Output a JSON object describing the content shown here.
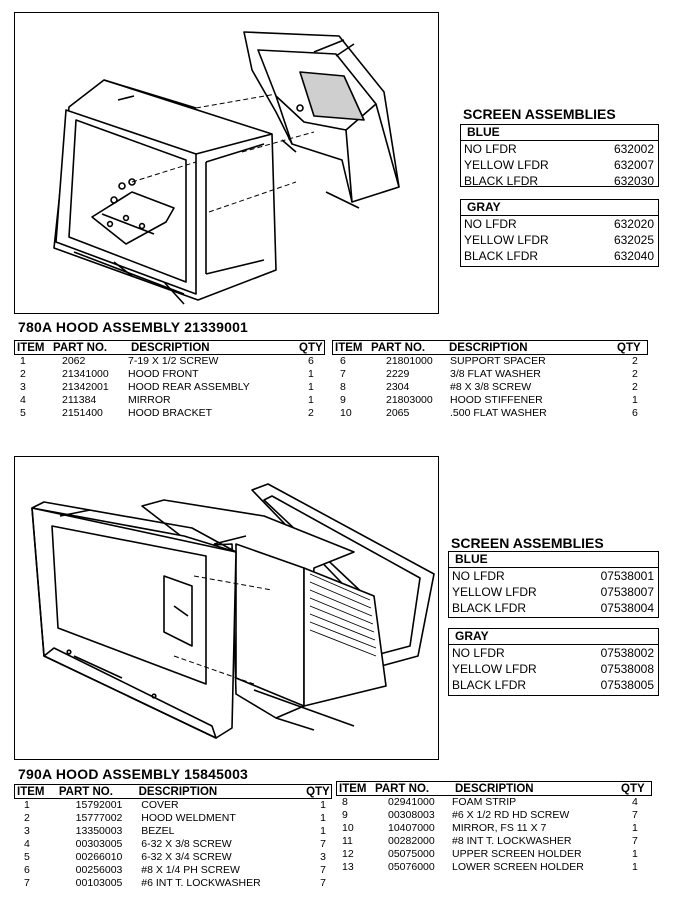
{
  "a780": {
    "title": "780A HOOD ASSEMBLY 21339001",
    "screen": {
      "title": "SCREEN ASSEMBLIES",
      "groups": [
        {
          "name": "BLUE",
          "rows": [
            {
              "label": "NO LFDR",
              "part": "632002"
            },
            {
              "label": "YELLOW LFDR",
              "part": "632007"
            },
            {
              "label": "BLACK LFDR",
              "part": "632030"
            }
          ]
        },
        {
          "name": "GRAY",
          "rows": [
            {
              "label": "NO LFDR",
              "part": "632020"
            },
            {
              "label": "YELLOW LFDR",
              "part": "632025"
            },
            {
              "label": "BLACK LFDR",
              "part": "632040"
            }
          ]
        }
      ]
    },
    "headers": {
      "item": "ITEM",
      "part": "PART NO.",
      "desc": "DESCRIPTION",
      "qty": "QTY"
    },
    "left_rows": [
      {
        "item": "1",
        "part": "2062",
        "desc": "7-19 X 1/2 SCREW",
        "qty": "6"
      },
      {
        "item": "2",
        "part": "21341000",
        "desc": "HOOD FRONT",
        "qty": "1"
      },
      {
        "item": "3",
        "part": "21342001",
        "desc": "HOOD REAR ASSEMBLY",
        "qty": "1"
      },
      {
        "item": "4",
        "part": "211384",
        "desc": "MIRROR",
        "qty": "1"
      },
      {
        "item": "5",
        "part": "2151400",
        "desc": "HOOD BRACKET",
        "qty": "2"
      }
    ],
    "right_rows": [
      {
        "item": "6",
        "part": "21801000",
        "desc": "SUPPORT SPACER",
        "qty": "2"
      },
      {
        "item": "7",
        "part": "2229",
        "desc": "3/8 FLAT WASHER",
        "qty": "2"
      },
      {
        "item": "8",
        "part": "2304",
        "desc": "#8 X 3/8 SCREW",
        "qty": "2"
      },
      {
        "item": "9",
        "part": "21803000",
        "desc": "HOOD STIFFENER",
        "qty": "1"
      },
      {
        "item": "10",
        "part": "2065",
        "desc": ".500 FLAT WASHER",
        "qty": "6"
      }
    ]
  },
  "a790": {
    "title": "790A HOOD ASSEMBLY 15845003",
    "screen": {
      "title": "SCREEN ASSEMBLIES",
      "groups": [
        {
          "name": "BLUE",
          "rows": [
            {
              "label": "NO LFDR",
              "part": "07538001"
            },
            {
              "label": "YELLOW LFDR",
              "part": "07538007"
            },
            {
              "label": "BLACK LFDR",
              "part": "07538004"
            }
          ]
        },
        {
          "name": "GRAY",
          "rows": [
            {
              "label": "NO LFDR",
              "part": "07538002"
            },
            {
              "label": "YELLOW LFDR",
              "part": "07538008"
            },
            {
              "label": "BLACK LFDR",
              "part": "07538005"
            }
          ]
        }
      ]
    },
    "headers": {
      "item": "ITEM",
      "part": "PART NO.",
      "desc": "DESCRIPTION",
      "qty": "QTY"
    },
    "left_rows": [
      {
        "item": "1",
        "part": "15792001",
        "desc": "COVER",
        "qty": "1"
      },
      {
        "item": "2",
        "part": "15777002",
        "desc": "HOOD WELDMENT",
        "qty": "1"
      },
      {
        "item": "3",
        "part": "13350003",
        "desc": "BEZEL",
        "qty": "1"
      },
      {
        "item": "4",
        "part": "00303005",
        "desc": "6-32 X 3/8 SCREW",
        "qty": "7"
      },
      {
        "item": "5",
        "part": "00266010",
        "desc": "6-32 X 3/4 SCREW",
        "qty": "3"
      },
      {
        "item": "6",
        "part": "00256003",
        "desc": "#8 X 1/4 PH SCREW",
        "qty": "7"
      },
      {
        "item": "7",
        "part": "00103005",
        "desc": "#6 INT T. LOCKWASHER",
        "qty": "7"
      }
    ],
    "right_rows": [
      {
        "item": "8",
        "part": "02941000",
        "desc": "FOAM STRIP",
        "qty": "4"
      },
      {
        "item": "9",
        "part": "00308003",
        "desc": "#6 X 1/2 RD HD SCREW",
        "qty": "7"
      },
      {
        "item": "10",
        "part": "10407000",
        "desc": "MIRROR, FS 11 X 7",
        "qty": "1"
      },
      {
        "item": "11",
        "part": "00282000",
        "desc": "#8 INT T. LOCKWASHER",
        "qty": "7"
      },
      {
        "item": "12",
        "part": "05075000",
        "desc": "UPPER SCREEN HOLDER",
        "qty": "1"
      },
      {
        "item": "13",
        "part": "05076000",
        "desc": "LOWER SCREEN HOLDER",
        "qty": "1"
      }
    ]
  }
}
